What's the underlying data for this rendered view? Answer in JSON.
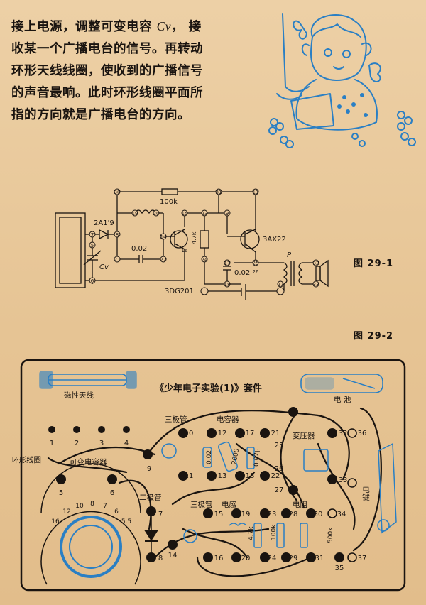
{
  "paragraph": {
    "line1_pre": "接上电源，调整可变电容 ",
    "line1_var": "Cv",
    "line1_post": "， 接",
    "line2": "收某一个广播电台的信号。再转动",
    "line3": "环形天线线圈，使收到的广播信号",
    "line4": "的声音最响。此时环形线圈平面所",
    "line5": "指的方向就是广播电台的方向。"
  },
  "figures": {
    "fig1": "图  29-1",
    "fig2": "图  29-2"
  },
  "schematic": {
    "r_top": "100k",
    "diode": "2A1'9",
    "cap_coupling": "0.02",
    "transistor1": "3DG201",
    "resistor": "4.7k",
    "transistor2": "3AX22",
    "cap2": "0.02",
    "transformer": "P",
    "cap_var": "Cv",
    "nodes": {
      "n30": "30",
      "n31": "31",
      "n11": "11",
      "n19": "19",
      "n20": "20",
      "n15": "15",
      "n23": "23",
      "n9": "9",
      "n7": "7",
      "n8": "8",
      "n14": "14",
      "n5": "5",
      "n6": "6",
      "n21": "21",
      "n22": "22",
      "n16": "16",
      "n24": "24",
      "n17": "17",
      "n25": "25",
      "n26": "26",
      "n18": "18",
      "n27": "27",
      "n32": "32",
      "n33": "33"
    }
  },
  "board": {
    "title": "《少年电子实验(1)》套件",
    "antenna": "磁性天线",
    "battery": "电  池",
    "transistor_a": "三极管",
    "capacitor_set": "电容器",
    "transformer": "变压器",
    "loop_coil": "环形线圈",
    "var_cap": "可变电容器",
    "diode": "二极管",
    "transistor_b": "三极管",
    "inductor": "电感",
    "resistor": "电阻",
    "key": "电键",
    "cap_values": [
      "0.02",
      "2000",
      "0.02μ"
    ],
    "res_values": [
      "100k",
      "4.7k",
      "500k"
    ],
    "dial_marks": [
      "16",
      "12",
      "10",
      "8",
      "7",
      "6",
      "5.5"
    ],
    "terminals": [
      "1",
      "2",
      "3",
      "4",
      "5",
      "6",
      "7",
      "8",
      "9",
      "10",
      "11",
      "12",
      "13",
      "14",
      "15",
      "16",
      "17",
      "18",
      "19",
      "20",
      "21",
      "22",
      "23",
      "24",
      "25",
      "26",
      "27",
      "28",
      "29",
      "30",
      "31",
      "32",
      "33",
      "34",
      "35",
      "36",
      "37"
    ]
  },
  "colors": {
    "paper": "#e9c99d",
    "ink": "#1a1410",
    "sketch_blue": "#2a7fc4"
  }
}
